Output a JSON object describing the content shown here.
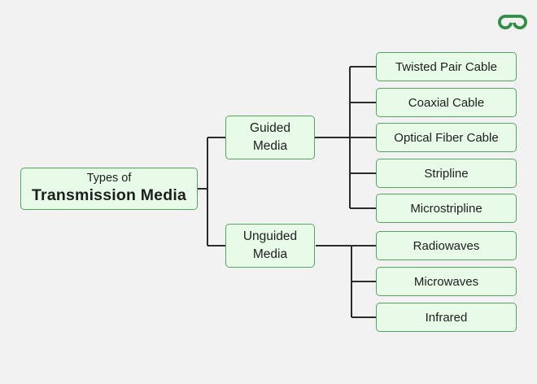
{
  "logo": {
    "name": "geeksforgeeks-logo",
    "color": "#2f8d46"
  },
  "diagram": {
    "root": {
      "line1": "Types of",
      "line2": "Transmission Media"
    },
    "branches": [
      {
        "label": "Guided\nMedia",
        "children": [
          "Twisted Pair Cable",
          "Coaxial Cable",
          "Optical Fiber Cable",
          "Stripline",
          "Microstripline"
        ]
      },
      {
        "label": "Unguided\nMedia",
        "children": [
          "Radiowaves",
          "Microwaves",
          "Infrared"
        ]
      }
    ],
    "colors": {
      "box_fill": "#e8fbe8",
      "box_border": "#55a55e",
      "connector": "#2b2b2b",
      "text": "#1e1e1e",
      "logo_green": "#2f8d46",
      "background": "#f1f2f1"
    }
  }
}
